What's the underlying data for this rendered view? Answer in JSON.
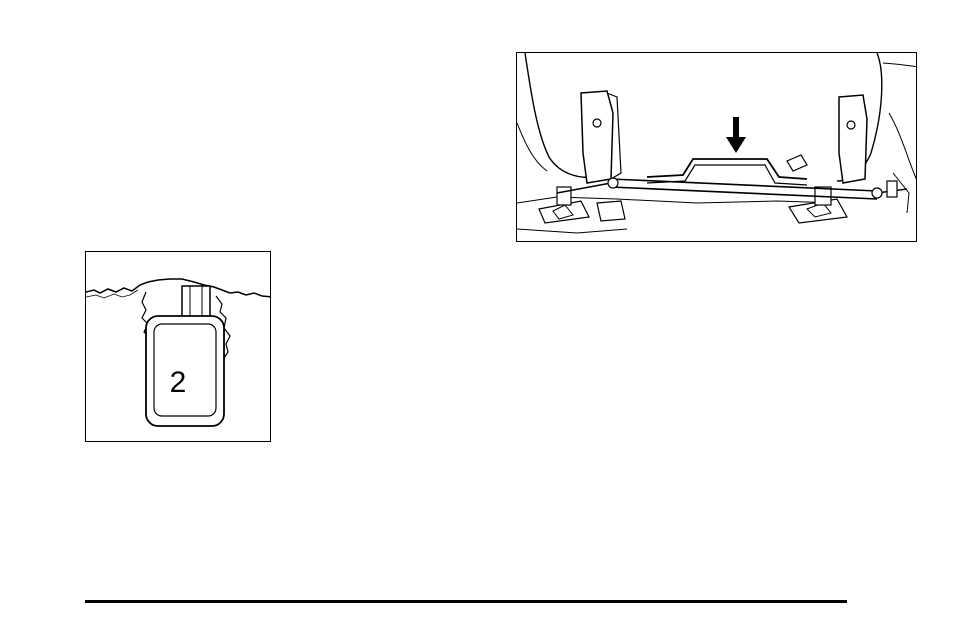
{
  "figures": {
    "tag_figure": {
      "tag_number": "2",
      "icon": "seat-tag-illustration"
    },
    "seat_figure": {
      "icon": "seat-release-bar-illustration",
      "arrow_icon": "down-arrow-icon"
    }
  },
  "colors": {
    "ink": "#000000",
    "paper": "#ffffff"
  }
}
